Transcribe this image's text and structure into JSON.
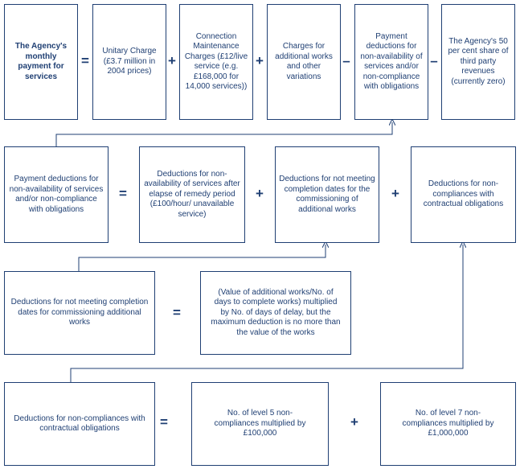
{
  "row1": {
    "agency_payment": "The Agency's monthly payment for services",
    "unitary_charge": "Unitary Charge (£3.7 million in 2004 prices)",
    "connection_charges": "Connection Maintenance Charges (£12/live service (e.g. £168,000 for 14,000 services))",
    "charges_additional": "Charges for additional works and other variations",
    "payment_deductions": "Payment deductions for non-availability of services and/or non-compliance with obligations",
    "third_party": "The Agency's 50 per cent share of third party revenues (currently zero)",
    "ops": [
      "=",
      "+",
      "+",
      "–",
      "–"
    ]
  },
  "row2": {
    "payment_deductions": "Payment deductions for non-availability of services and/or non-compliance with obligations",
    "non_availability": "Deductions for non-availability of services after elapse of remedy period (£100/hour/ unavailable service)",
    "not_meeting": "Deductions for not meeting completion dates for the commissioning of additional works",
    "non_compliances": "Deductions for non-compliances with contractual obligations",
    "ops": [
      "=",
      "+",
      "+"
    ]
  },
  "row3": {
    "not_meeting": "Deductions for not meeting completion dates for commissioning additional works",
    "formula": "(Value of additional works/No. of days to complete works) multiplied by No. of days of delay, but the maximum deduction is no more than the value of the works",
    "ops": [
      "="
    ]
  },
  "row4": {
    "non_compliances": "Deductions for non-compliances with contractual obligations",
    "level5": "No. of level 5 non-compliances multiplied by £100,000",
    "level7": "No. of level 7 non-compliances multiplied by £1,000,000",
    "ops": [
      "=",
      "+"
    ]
  },
  "colors": {
    "primary": "#1f3f73"
  }
}
